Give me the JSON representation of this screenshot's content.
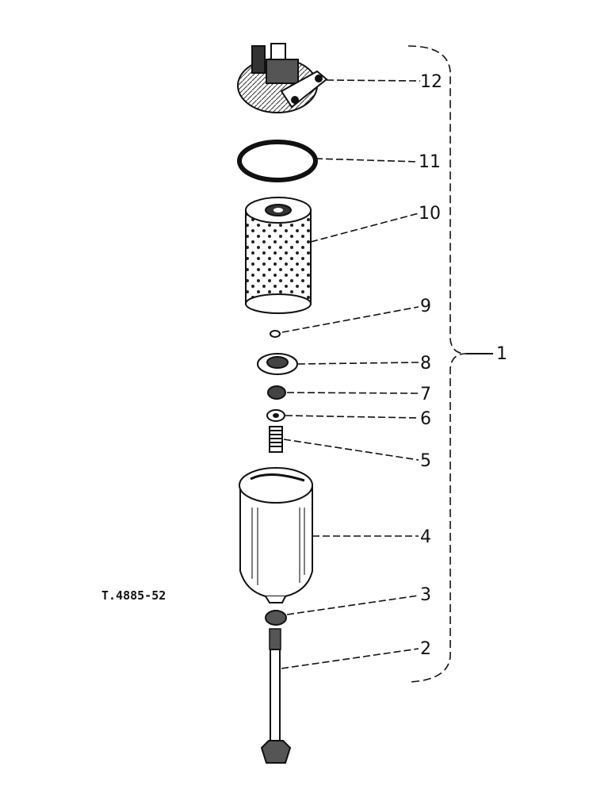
{
  "figure_ref": "T.4885-52",
  "callouts": {
    "c1": "1",
    "c2": "2",
    "c3": "3",
    "c4": "4",
    "c5": "5",
    "c6": "6",
    "c7": "7",
    "c8": "8",
    "c9": "9",
    "c10": "10",
    "c11": "11",
    "c12": "12"
  }
}
